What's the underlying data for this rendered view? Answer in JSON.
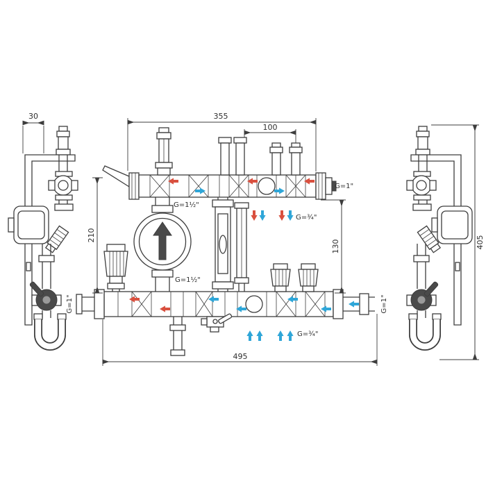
{
  "dims": {
    "d30": "30",
    "d355": "355",
    "d100": "100",
    "d210": "210",
    "d130": "130",
    "d405": "405",
    "d495": "495"
  },
  "labels": {
    "g_top_supply": "G=1½\"",
    "g_top_right": "G=1\"",
    "g_top_ports": "G=¾\"",
    "g_pump": "G=1½\"",
    "g_bottom_left": "G=1\"",
    "g_bottom_ports": "G=¾\"",
    "g_bottom_right": "G=1\""
  },
  "colors": {
    "line": "#3d3d3d",
    "red": "#d9503f",
    "blue": "#2fa6d8",
    "background": "#ffffff"
  }
}
